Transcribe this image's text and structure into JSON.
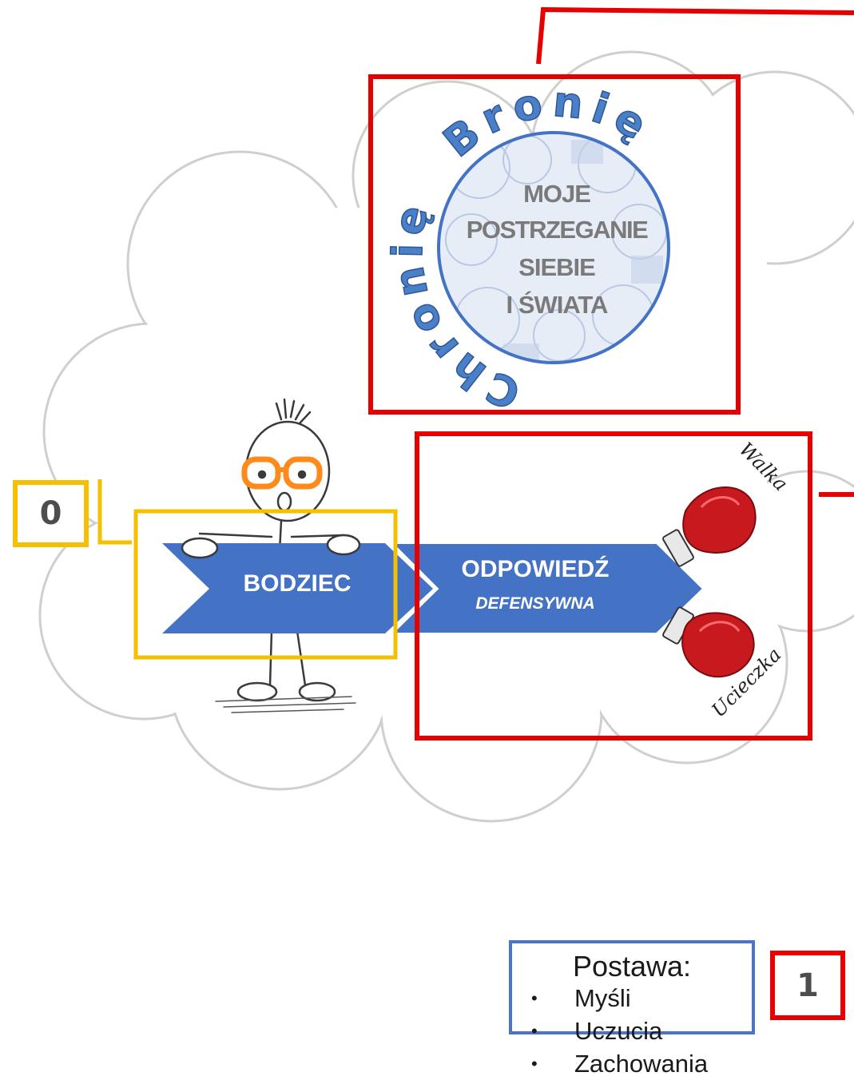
{
  "circle": {
    "lines": [
      "MOJE",
      "POSTRZEGANIE",
      "SIEBIE",
      "I ŚWIATA"
    ],
    "arc_right": "Bronię",
    "arc_left": "Chronię"
  },
  "arrow": {
    "stimulus": "BODZIEC",
    "response": "ODPOWIEDŹ",
    "response_sub": "DEFENSYWNA"
  },
  "gloves": {
    "top": "Walka",
    "bottom": "Ucieczka"
  },
  "markers": {
    "zero": "0",
    "one": "1"
  },
  "legend": {
    "title": "Postawa:",
    "bullet": "•",
    "items": [
      "Myśli",
      "Uczucia",
      "Zachowania"
    ]
  },
  "colors": {
    "cloud": "#cfcfcf",
    "red_frame": "#e80000",
    "yellow_frame": "#f5c000",
    "blue": "#4472c4",
    "legend_border": "#4a74c9",
    "glove": "#c8191e"
  }
}
